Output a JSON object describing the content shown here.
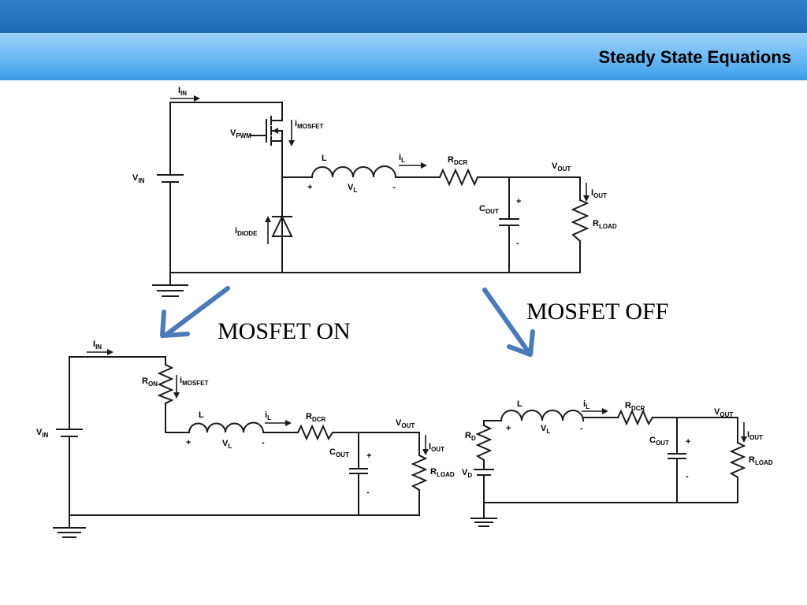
{
  "title": "Steady State Equations",
  "arrow_color": "#4a7ab8",
  "captions": {
    "on": "MOSFET ON",
    "off": "MOSFET OFF"
  },
  "labels": {
    "I": "I",
    "i": "i",
    "V": "V",
    "R": "R",
    "C": "C",
    "L": "L",
    "plus": "+",
    "minus": "-",
    "IN": "IN",
    "PWM": "PWM",
    "MOSFET": "MOSFET",
    "DIODE": "DIODE",
    "DCR": "DCR",
    "OUT": "OUT",
    "LOAD": "LOAD",
    "L_sub": "L",
    "ON": "ON",
    "D": "D"
  }
}
